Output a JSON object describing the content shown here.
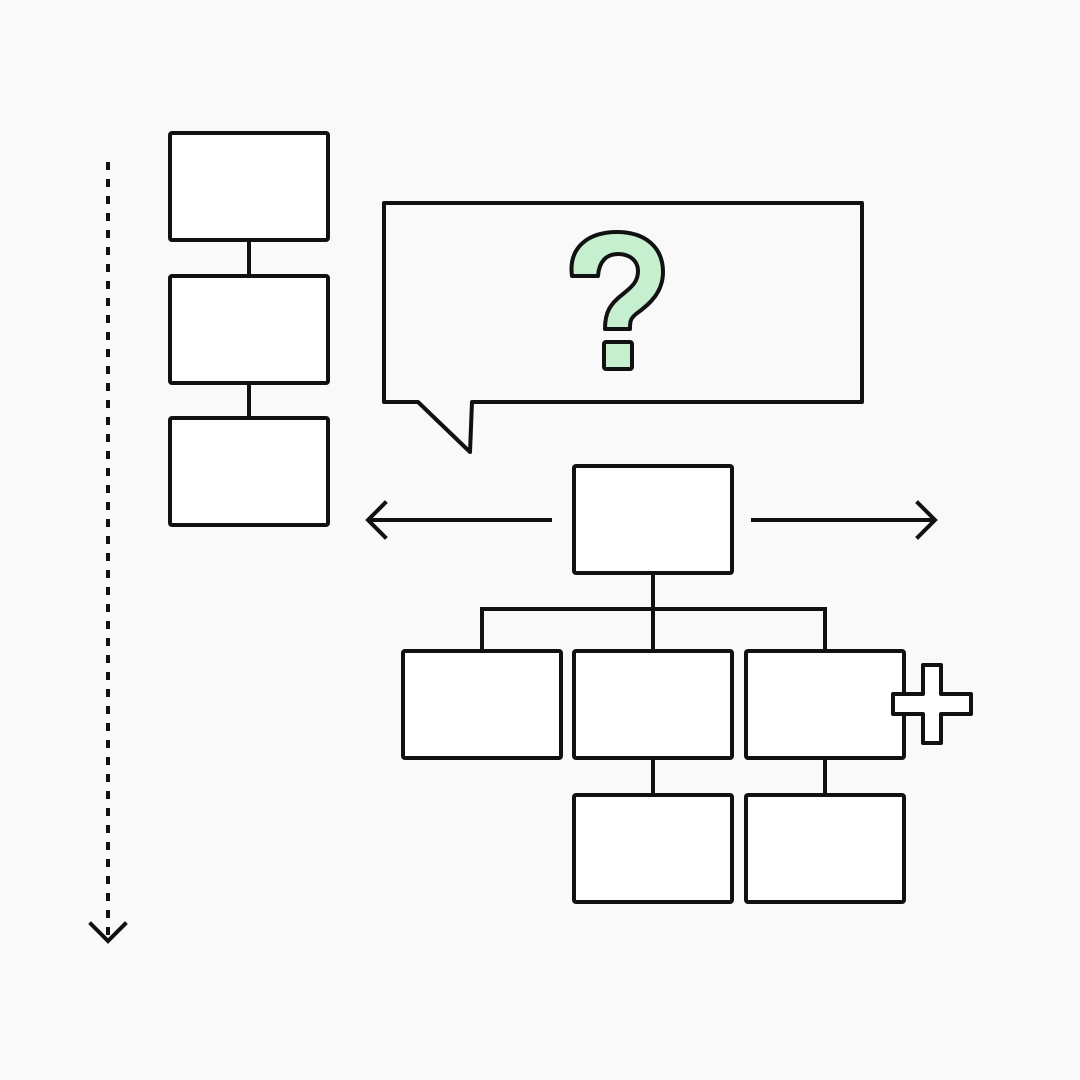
{
  "colors": {
    "background": "#f9f9f9",
    "stroke": "#111111",
    "box_fill": "#ffffff",
    "question_accent": "#c6efd0"
  },
  "icons": {
    "question": "question-mark-icon",
    "plus": "plus-icon",
    "dashed_arrow": "dashed-down-arrow-icon",
    "left_arrow": "left-arrow-icon",
    "right_arrow": "right-arrow-icon"
  },
  "diagram": {
    "vertical_stack_count": 3,
    "tree": {
      "root": 1,
      "children": 3,
      "grandchildren": 2
    }
  }
}
